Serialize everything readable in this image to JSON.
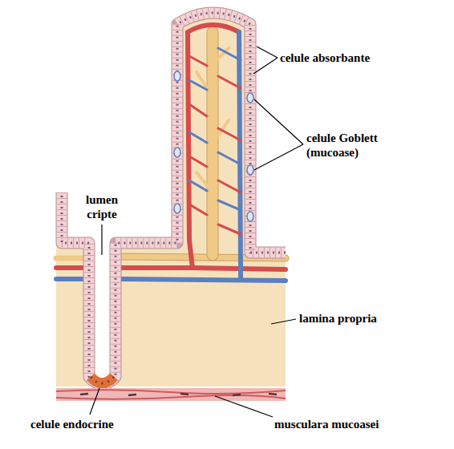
{
  "diagram": {
    "labels": [
      "celule absorbante",
      "celule Goblett (mucoase)",
      "lumen cripte",
      "lamina propria",
      "celule endocrine",
      "musculara mucoasei"
    ]
  }
}
